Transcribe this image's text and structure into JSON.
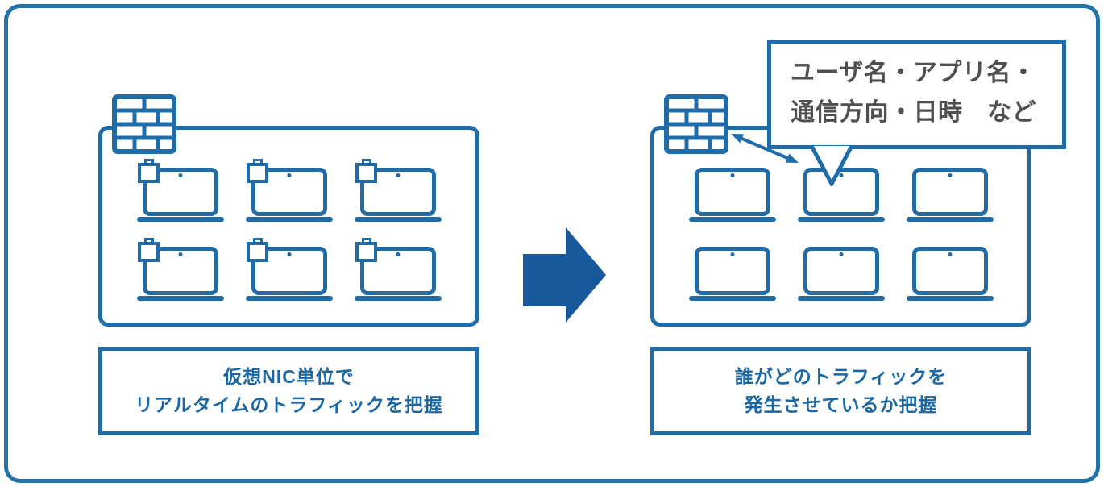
{
  "palette": {
    "background": "#FFFFFF",
    "frame_blue": "#2173A9",
    "primary_blue": "#1F6CA8",
    "big_arrow_blue": "#17599A",
    "caption_text_blue": "#1B67A4",
    "callout_text_gray": "#4F4F4F"
  },
  "left_panel": {
    "caption": {
      "line1": "仮想NIC単位で",
      "line2": "リアルタイムのトラフィックを把握"
    }
  },
  "right_panel": {
    "caption": {
      "line1": "誰がどのトラフィックを",
      "line2": "発生させているか把握"
    }
  },
  "callout": {
    "line1": "ユーザ名・アプリ名・",
    "line2": "通信方向・日時　など"
  },
  "icons": {
    "firewall": "firewall-brick-icon",
    "laptop": "laptop-icon",
    "clipboard": "clipboard-icon",
    "flow_arrow": "right-arrow-icon",
    "bidirectional_arrow": "double-headed-arrow-icon"
  }
}
